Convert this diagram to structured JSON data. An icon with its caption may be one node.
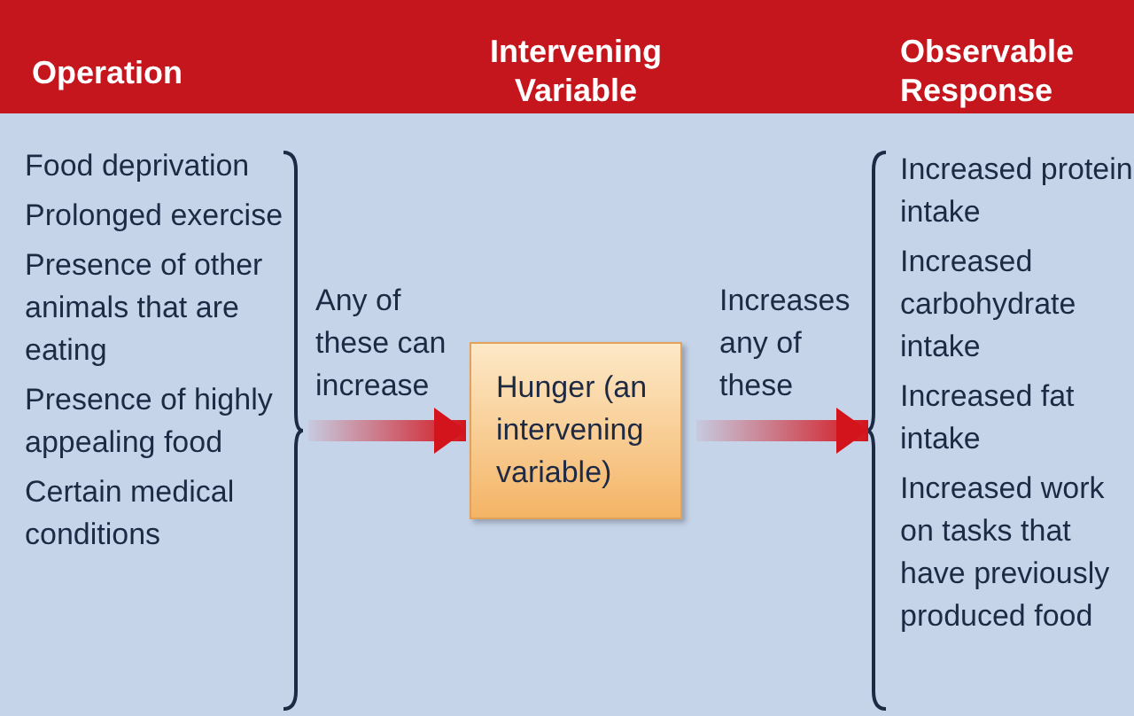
{
  "diagram": {
    "nodes": [
      {
        "text": [
          "Food deprivation",
          "Prolonged exercise",
          "Presence of other animals that are eating",
          "Presence of highly appealing food",
          "Certain medical conditions"
        ]
      },
      {
        "text": [
          "Hunger (an intervening variable)"
        ]
      },
      {
        "text": [
          "Increased protein intake",
          "Increased carbohydrate intake",
          "Increased fat intake",
          "Increased work on tasks that have previously produced food"
        ]
      }
    ],
    "edges": [
      {
        "from": 0,
        "to": 1,
        "arrow": "to",
        "label": "Any of these can increase"
      },
      {
        "from": 1,
        "to": 2,
        "arrow": "to",
        "label": "Increases any of these"
      }
    ],
    "labels": [
      "Operation",
      "Intervening Variable",
      "Observable Response"
    ]
  }
}
